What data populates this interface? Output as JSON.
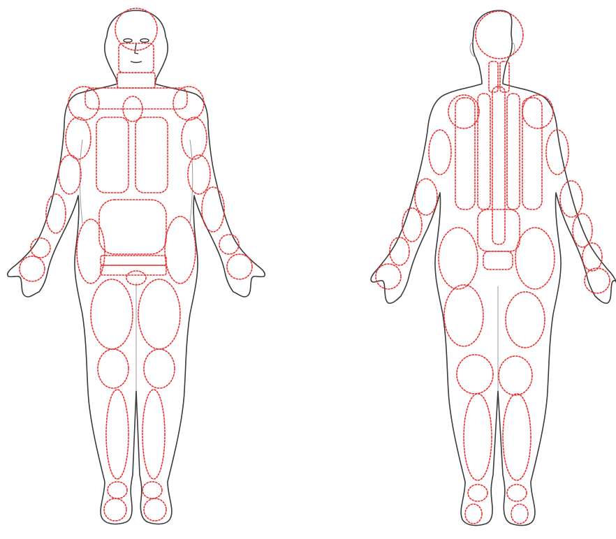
{
  "figures": [
    {
      "id": "front",
      "view": "anterior"
    },
    {
      "id": "back",
      "view": "posterior"
    }
  ],
  "colors": {
    "region_stroke": "#e93030",
    "outline": "#3a3a3a",
    "background": "#ffffff"
  },
  "region_style": "dotted"
}
